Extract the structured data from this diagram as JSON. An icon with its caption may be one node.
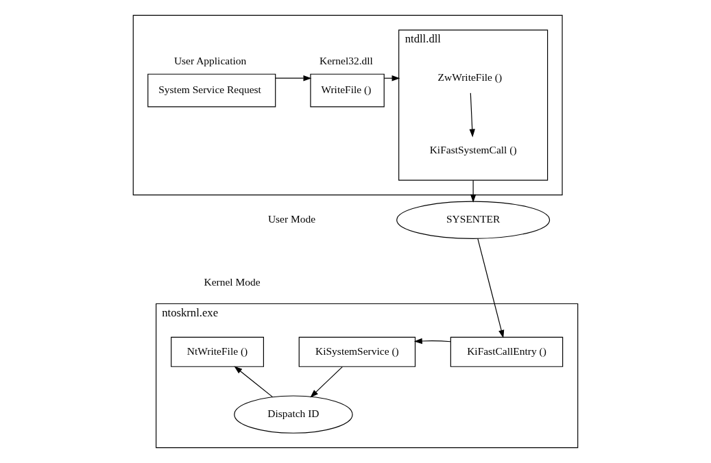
{
  "diagram": {
    "nodes": [
      {
        "text": [],
        "shape": "box"
      },
      {
        "text": [
          "System Service Request"
        ],
        "in": 0,
        "beside": [
          "User Application"
        ]
      },
      {
        "text": [
          "WriteFile ()"
        ],
        "in": 0,
        "beside": [
          "Kernel32.dll"
        ]
      },
      {
        "text": [
          "ntdll.dll"
        ],
        "in": 0
      },
      {
        "text": [
          "ZwWriteFile ()"
        ],
        "in": 3
      },
      {
        "text": [
          "KiFastSystemCall ()"
        ],
        "in": 3
      },
      {
        "text": [
          "SYSENTER"
        ]
      },
      {
        "text": [
          "ntoskrnl.exe"
        ]
      },
      {
        "text": [
          "NtWriteFile ()"
        ],
        "in": 7
      },
      {
        "text": [
          "KiSystemService ()"
        ],
        "in": 7
      },
      {
        "text": [
          "KiFastCallEntry ()"
        ],
        "in": 7
      },
      {
        "text": [
          "Dispatch ID"
        ],
        "in": 7
      }
    ],
    "edges": [
      {
        "from": 1,
        "to": 2,
        "arrow": "to"
      },
      {
        "from": 2,
        "to": 3,
        "arrow": "to"
      },
      {
        "from": 4,
        "to": 5,
        "arrow": "to"
      },
      {
        "from": 3,
        "to": 6,
        "arrow": "to"
      },
      {
        "from": 6,
        "to": 10,
        "arrow": "to"
      },
      {
        "from": 10,
        "to": 9,
        "arrow": "to"
      },
      {
        "from": 9,
        "to": 11,
        "arrow": "to"
      },
      {
        "from": 11,
        "to": 8,
        "arrow": "to"
      }
    ],
    "labels": [
      "User Mode",
      "Kernel Mode"
    ]
  }
}
